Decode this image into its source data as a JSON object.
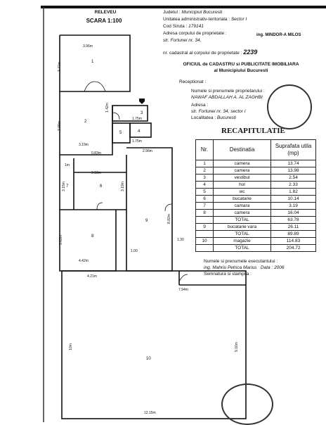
{
  "title_block": {
    "releveu": "RELEVEU",
    "scale": "SCARA 1:100"
  },
  "header": {
    "judet_label": "Judetul :",
    "judet_value": "Municipiul Bucuresti",
    "uat_label": "Unitatea administrativ-teritoriala :",
    "uat_value": "Sector I",
    "siruta_label": "Cod Siruta :",
    "siruta_value": "179141",
    "address_label": "Adresa corpului de proprietate :",
    "address_value": "str. Fortunei nr. 34,",
    "ing_name": "ing. MINDOR-A MILOS",
    "cadastral_label": "nr. cadastral al corpului de proprietate :",
    "cadastral_value": "2239"
  },
  "office": {
    "line1": "OFICIUL de CADASTRU si PUBLICITATE IMOBILIARA",
    "line2": "al Municipiului Bucuresti",
    "receptionat": "Receptionat :"
  },
  "owner": {
    "name_label": "Numele si prenumele proprietarului :",
    "name_value": "NAWAF ABDALLAH A. AL ZAGHBI",
    "address_label": "Adresa :",
    "address_value": "str. Fortunei nr. 34, sector I",
    "locality_label": "Localitatea :",
    "locality_value": "Bucuresti"
  },
  "recap": {
    "title": "RECAPITULATIE",
    "col_nr": "Nr.",
    "col_dest": "Destinatia",
    "col_area": "Suprafata utila (mp)",
    "rows": [
      {
        "nr": "1",
        "dest": "camera",
        "area": "13.74"
      },
      {
        "nr": "2",
        "dest": "camera",
        "area": "13.98"
      },
      {
        "nr": "3",
        "dest": "vestibul",
        "area": "2.54"
      },
      {
        "nr": "4",
        "dest": "hol",
        "area": "2.33"
      },
      {
        "nr": "5",
        "dest": "wc",
        "area": "1.82"
      },
      {
        "nr": "6",
        "dest": "bucatarie",
        "area": "10.14"
      },
      {
        "nr": "7",
        "dest": "camara",
        "area": "3.19"
      },
      {
        "nr": "8",
        "dest": "camera",
        "area": "16.04"
      }
    ],
    "total1_label": "TOTAL",
    "total1_value": "63.78",
    "row9": {
      "nr": "9",
      "dest": "bucatarie vara",
      "area": "26.11"
    },
    "total2_label": "TOTAL",
    "total2_value": "89.89",
    "row10": {
      "nr": "10",
      "dest": "magazie",
      "area": "114.83"
    },
    "total3_label": "TOTAL",
    "total3_value": "204.72"
  },
  "executor": {
    "name_label": "Numele si prenumele executantului :",
    "name_value": "ing. Mahriu Petrica Marius",
    "date": "Data : 2006",
    "signature_label": "Semnatura si stampila :"
  },
  "plan": {
    "room_numbers": [
      "1",
      "2",
      "3",
      "4",
      "5",
      "6",
      "7",
      "8",
      "9",
      "10"
    ],
    "dims": {
      "d1": "3.96m",
      "d2": "3.47m",
      "d3": "3.98m",
      "d4": "3.19m",
      "d5": "1.42m",
      "d6": "1.75m",
      "d7": "1.75m",
      "d8": "2.96m",
      "d9": "0.83m",
      "d10": "3.18m",
      "d11": "3.15m",
      "d12": "3.19m",
      "d13": "3.63m",
      "d14": "4.42m",
      "d15": "8.82m",
      "d16": "4.21m",
      "d17": "7.94m",
      "d18": "10m",
      "d19": "9.16m",
      "d20": "12.15m",
      "d21": "1m",
      "d22": "1.00",
      "d23": "1.30"
    }
  }
}
